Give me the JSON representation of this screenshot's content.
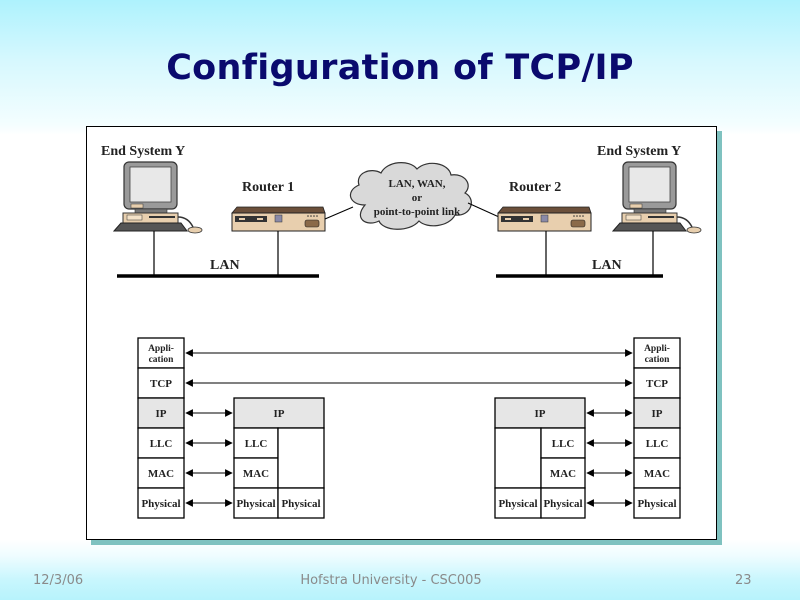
{
  "slide": {
    "title": "Configuration of TCP/IP"
  },
  "diagram": {
    "end_system_left": "End System Y",
    "end_system_right": "End System Y",
    "router_left": "Router 1",
    "router_right": "Router 2",
    "lan_left": "LAN",
    "lan_right": "LAN",
    "cloud_lines": [
      "LAN, WAN,",
      "or",
      "point-to-point link"
    ],
    "stack_left": {
      "app_line1": "Appli-",
      "app_line2": "cation",
      "tcp": "TCP",
      "ip": "IP",
      "llc": "LLC",
      "mac": "MAC",
      "physical": "Physical"
    },
    "router1_stack": {
      "ip": "IP",
      "llc": "LLC",
      "mac": "MAC",
      "physical_a": "Physical",
      "physical_b": "Physical"
    },
    "router2_stack": {
      "ip": "IP",
      "llc": "LLC",
      "mac": "MAC",
      "physical_a": "Physical",
      "physical_b": "Physical"
    },
    "stack_right": {
      "app_line1": "Appli-",
      "app_line2": "cation",
      "tcp": "TCP",
      "ip": "IP",
      "llc": "LLC",
      "mac": "MAC",
      "physical": "Physical"
    },
    "colors": {
      "ip_layer_fill": "#e6e6e6",
      "device_body": "#e8cfae",
      "cloud_fill": "#d9d9d9",
      "frame_shadow": "#7fc2c0"
    }
  },
  "footer": {
    "date": "12/3/06",
    "center": "Hofstra University - CSC005",
    "page_number": "23"
  }
}
